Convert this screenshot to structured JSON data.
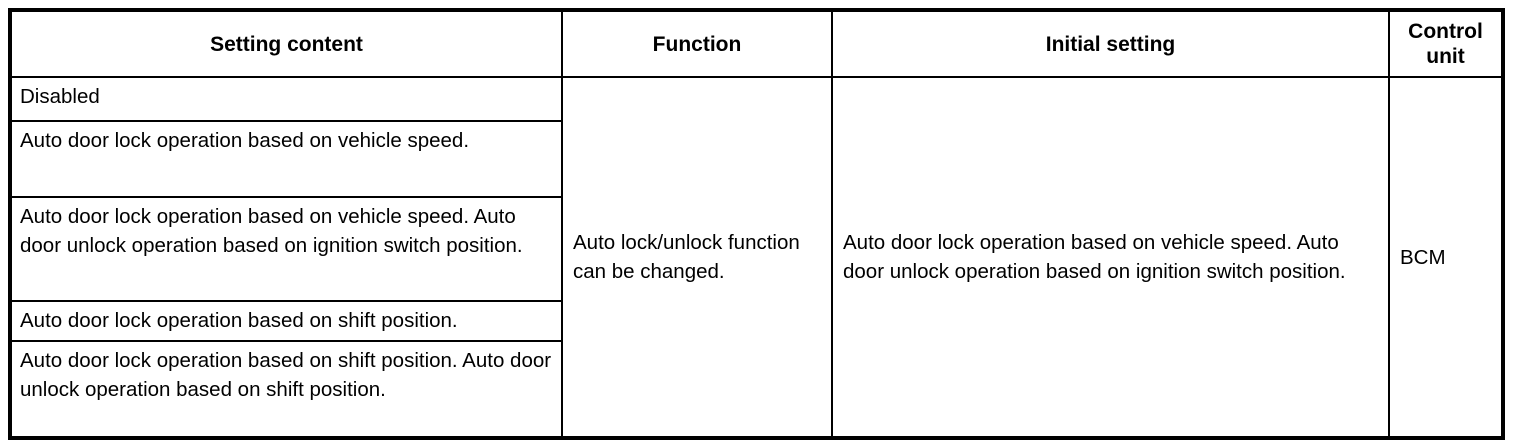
{
  "table": {
    "headers": [
      {
        "id": "setting-content",
        "label": "Setting content"
      },
      {
        "id": "function",
        "label": "Function"
      },
      {
        "id": "initial-setting",
        "label": "Initial setting"
      },
      {
        "id": "control-unit",
        "label": "Control unit"
      }
    ],
    "setting_content_rows": [
      "Disabled",
      "Auto door lock operation based on vehicle speed.",
      "Auto door lock operation based on vehicle speed. Auto door unlock operation based on ignition switch position.",
      "Auto door lock operation based on shift position.",
      "Auto door lock operation based on shift position. Auto door unlock operation based on shift position."
    ],
    "function": "Auto lock/unlock function can be changed.",
    "initial_setting": "Auto door lock operation based on vehicle speed. Auto door unlock operation based on ignition switch position.",
    "control_unit": "BCM"
  },
  "style": {
    "border_color": "#000000",
    "text_color": "#000000",
    "background": "#ffffff"
  }
}
